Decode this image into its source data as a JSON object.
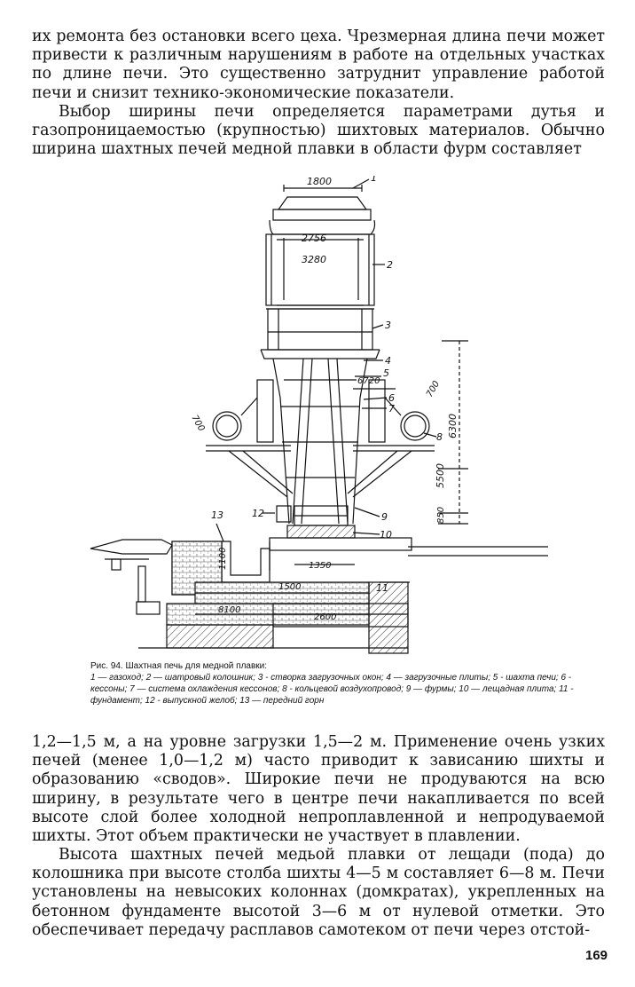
{
  "paragraphs": {
    "p1": "их ремонта без остановки всего цеха. Чрезмерная длина печи может привести к различным нарушениям в работе на отдельных участках по длине печи. Это существенно затруднит управление работой печи и снизит технико-экономические показатели.",
    "p2": "Выбор ширины печи определяется параметрами дутья и газопроницаемостью (крупностью) шихтовых материалов. Обычно ширина шахтных печей медной плавки в области фурм составляет",
    "p3": "1,2—1,5 м, а на уровне загрузки 1,5—2 м. Применение очень узких печей (менее 1,0—1,2 м) часто приводит к зависанию шихты и образованию «сводов». Широкие печи не продуваются на всю ширину, в результате чего в центре печи накапливается по всей высоте слой более холодной непроплавленной и непродуваемой шихты. Этот объем практически не участвует в плавлении.",
    "p4": "Высота шахтных печей медьой плавки от лещади (пода) до колошника при высоте столба шихты 4—5 м составляет 6—8 м. Печи установлены на невысоких колоннах (домкратах), укрепленных на бетонном фундаменте высотой 3—6 м от нулевой отметки. Это обеспечивает передачу расплавов самотеком от печи через отстой-"
  },
  "figure": {
    "dimensions": {
      "d1800": "1800",
      "d2756": "2756",
      "d3280": "3280",
      "d6720": "6720",
      "d700_left": "700",
      "d700_right": "700",
      "d6300": "6300",
      "d5500": "5500",
      "d850": "850",
      "d1100": "1100",
      "d1350": "1350",
      "d1500": "1500",
      "d8100": "8100",
      "d2600": "2600"
    },
    "callouts": {
      "c1": "1",
      "c2": "2",
      "c3": "3",
      "c4": "4",
      "c5": "5",
      "c6": "6",
      "c7": "7",
      "c8": "8",
      "c9": "9",
      "c10": "10",
      "c11": "11",
      "c12": "12",
      "c13": "13"
    }
  },
  "caption": {
    "title": "Рис. 94. Шахтная печь для медной плавки:",
    "legend": "1 — газоход; 2 — шатровый колошник; 3 - створка загрузочных окон; 4 — загрузочные плиты; 5 - шахта печи; 6 - кессоны; 7 — система охлаждения кессонов; 8 - кольцевой воздухопровод; 9 — фурмы; 10 — лещадная плита; 11 - фундамент; 12 - выпускной желоб; 13 — передний горн"
  },
  "page_number": "169"
}
